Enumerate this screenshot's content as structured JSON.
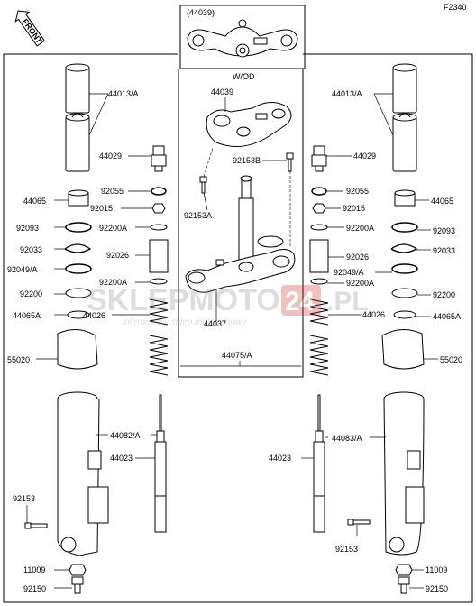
{
  "diagram_code": "F2340",
  "front_label": "FRONT",
  "inset_label": "(44039)",
  "wod_label": "W/OD",
  "watermark": {
    "main": "SKLEPMOTO",
    "num": "24",
    "tld": ".PL",
    "sub": "internetowy sklep motocyklowy"
  },
  "parts": {
    "p44013A_l": "44013/A",
    "p44013A_r": "44013/A",
    "p44029_l": "44029",
    "p44029_r": "44029",
    "p92055_l": "92055",
    "p92055_r": "92055",
    "p44065_l": "44065",
    "p44065_r": "44065",
    "p92015_l": "92015",
    "p92015_r": "92015",
    "p92093_l": "92093",
    "p92093_r": "92093",
    "p92200A_l1": "92200A",
    "p92200A_r1": "92200A",
    "p92033_l": "92033",
    "p92033_r": "92033",
    "p92026_l": "92026",
    "p92026_r": "92026",
    "p92049A_l": "92049/A",
    "p92049A_r": "92049/A",
    "p92200A_l2": "92200A",
    "p92200A_r2": "92200A",
    "p92200_l": "92200",
    "p92200_r": "92200",
    "p44065A_l": "44065A",
    "p44065A_r": "44065A",
    "p44026_l": "44026",
    "p44026_r": "44026",
    "p55020_l": "55020",
    "p55020_r": "55020",
    "p44082A": "44082/A",
    "p44083A": "44083/A",
    "p44023_l": "44023",
    "p44023_r": "44023",
    "p92153_l": "92153",
    "p92153_r": "92153",
    "p11009_l": "11009",
    "p11009_r": "11009",
    "p92150_l": "92150",
    "p92150_r": "92150",
    "p44039": "44039",
    "p92153B": "92153B",
    "p92153A": "92153A",
    "p44037": "44037",
    "p44075A": "44075/A"
  }
}
